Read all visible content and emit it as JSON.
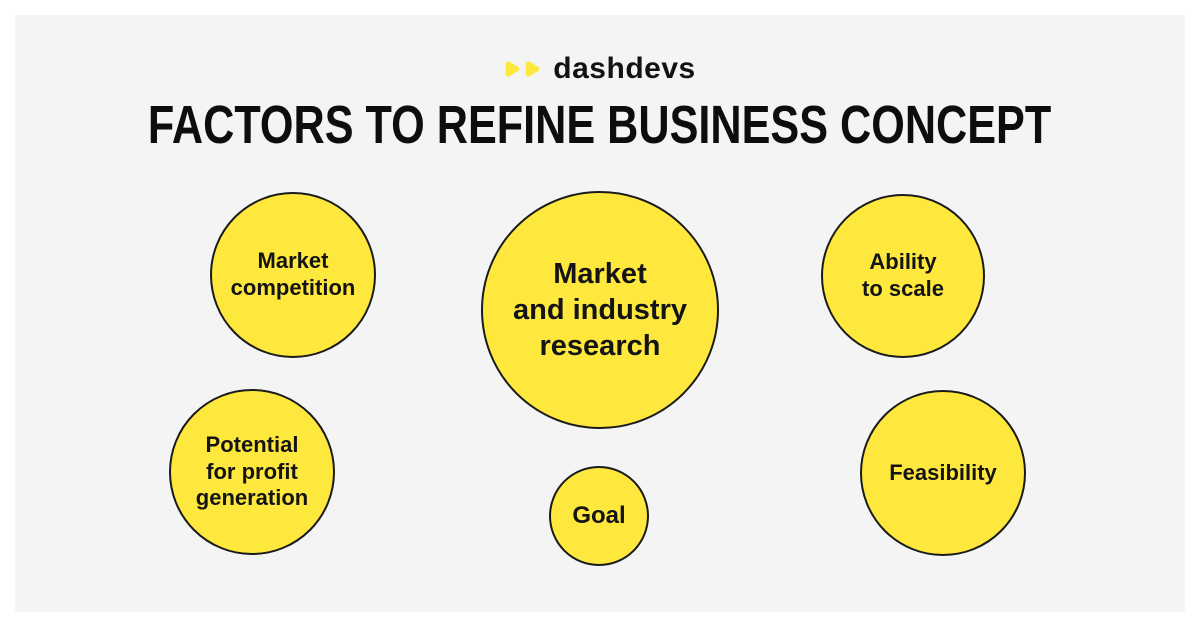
{
  "meta": {
    "background_color": "#ffffff",
    "panel_color": "#f4f4f4",
    "accent_yellow": "#ffe83e",
    "ink_color": "#141414"
  },
  "logo": {
    "brand": "dashdevs",
    "icon": "double-play-icon",
    "icon_color": "#ffe83e",
    "text_color": "#131313"
  },
  "title": {
    "text": "FACTORS TO REFINE BUSINESS CONCEPT",
    "color": "#0d0d0d"
  },
  "circles": [
    {
      "id": "market-competition",
      "label": "Market\ncompetition",
      "size": "medium"
    },
    {
      "id": "market-and-industry-research",
      "label": "Market\nand industry\nresearch",
      "size": "large"
    },
    {
      "id": "ability-to-scale",
      "label": "Ability\nto scale",
      "size": "medium"
    },
    {
      "id": "potential-for-profit-generation",
      "label": "Potential\nfor profit\ngeneration",
      "size": "medium"
    },
    {
      "id": "goal",
      "label": "Goal",
      "size": "small"
    },
    {
      "id": "feasibility",
      "label": "Feasibility",
      "size": "medium"
    }
  ]
}
